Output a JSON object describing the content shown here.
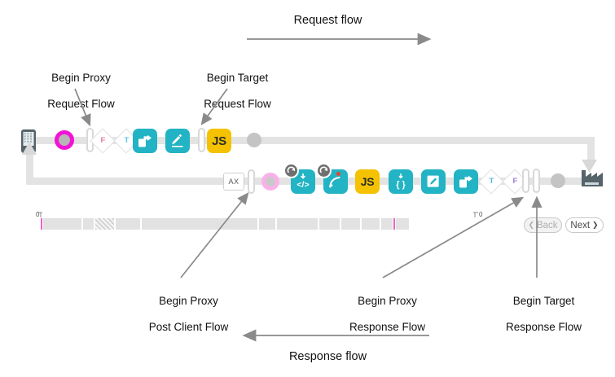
{
  "diagram": {
    "title_request": "Request flow",
    "title_response": "Response flow",
    "callouts": [
      {
        "id": "begin-proxy-request-flow",
        "line1": "Begin Proxy",
        "line2": "Request Flow"
      },
      {
        "id": "begin-target-request-flow",
        "line1": "Begin Target",
        "line2": "Request Flow"
      },
      {
        "id": "begin-proxy-post-client-flow",
        "line1": "Begin Proxy",
        "line2": "Post Client Flow"
      },
      {
        "id": "begin-proxy-response-flow",
        "line1": "Begin Proxy",
        "line2": "Response Flow"
      },
      {
        "id": "begin-target-response-flow",
        "line1": "Begin Target",
        "line2": "Response Flow"
      }
    ]
  },
  "request_row": {
    "name": "request-flow-row",
    "nodes": [
      {
        "kind": "device",
        "icon": "mobile-phone-icon",
        "label": ""
      },
      {
        "kind": "ring",
        "icon": "magenta-breakpoint-ring",
        "label": ""
      },
      {
        "kind": "bar",
        "icon": "flow-divider-bar",
        "label": ""
      },
      {
        "kind": "diamond",
        "icon": "condition-diamond-f",
        "label": "F",
        "color": "#e77aa8"
      },
      {
        "kind": "diamond",
        "icon": "condition-diamond-t",
        "label": "T",
        "color": "#5bc4e8"
      },
      {
        "kind": "square",
        "icon": "assign-message-icon",
        "label": "",
        "color": "#22b3c4"
      },
      {
        "kind": "square",
        "icon": "edit-policy-icon",
        "label": "",
        "color": "#22b3c4"
      },
      {
        "kind": "bar",
        "icon": "flow-divider-bar",
        "label": ""
      },
      {
        "kind": "square",
        "icon": "javascript-policy-icon",
        "label": "JS",
        "color": "#f4c200"
      },
      {
        "kind": "dot",
        "icon": "gray-endpoint-dot",
        "label": ""
      }
    ]
  },
  "response_row": {
    "name": "response-flow-row",
    "nodes": [
      {
        "kind": "axbox",
        "icon": "ax-analytics-icon",
        "label": "AX"
      },
      {
        "kind": "bar",
        "icon": "flow-divider-bar",
        "label": ""
      },
      {
        "kind": "ring",
        "icon": "pink-breakpoint-ring",
        "label": ""
      },
      {
        "kind": "square",
        "icon": "xml-policy-icon",
        "label": "</>",
        "color": "#22b3c4",
        "badge": "refresh-badge-icon"
      },
      {
        "kind": "square",
        "icon": "raise-fault-policy-icon",
        "label": "",
        "color": "#22b3c4",
        "badge": "refresh-badge-icon"
      },
      {
        "kind": "square",
        "icon": "javascript-policy-icon",
        "label": "JS",
        "color": "#f4c200"
      },
      {
        "kind": "square",
        "icon": "json-policy-icon",
        "label": "{ }",
        "color": "#22b3c4"
      },
      {
        "kind": "square",
        "icon": "edit-policy-icon",
        "label": "",
        "color": "#22b3c4"
      },
      {
        "kind": "square",
        "icon": "assign-message-icon",
        "label": "",
        "color": "#22b3c4"
      },
      {
        "kind": "diamond",
        "icon": "condition-diamond-t",
        "label": "T",
        "color": "#57b6df"
      },
      {
        "kind": "diamond",
        "icon": "condition-diamond-f",
        "label": "F",
        "color": "#9a7fd0"
      },
      {
        "kind": "bar",
        "icon": "flow-divider-bar",
        "label": ""
      },
      {
        "kind": "bar",
        "icon": "flow-divider-bar",
        "label": ""
      },
      {
        "kind": "dot",
        "icon": "gray-endpoint-dot",
        "label": ""
      },
      {
        "kind": "device",
        "icon": "target-server-factory-icon",
        "label": ""
      }
    ]
  },
  "timeline": {
    "name": "trace-timeline",
    "start_tick": "0",
    "end_tick": "0",
    "back_label": "Back",
    "next_label": "Next",
    "back_chevron": "❮",
    "next_chevron": "❯"
  },
  "colors": {
    "teal": "#22b3c4",
    "yellow": "#f4c200",
    "magenta": "#f213d7",
    "pink": "#fbb0ea",
    "rail": "#e3e3e3",
    "arrow": "#808080",
    "slate": "#55636b"
  }
}
